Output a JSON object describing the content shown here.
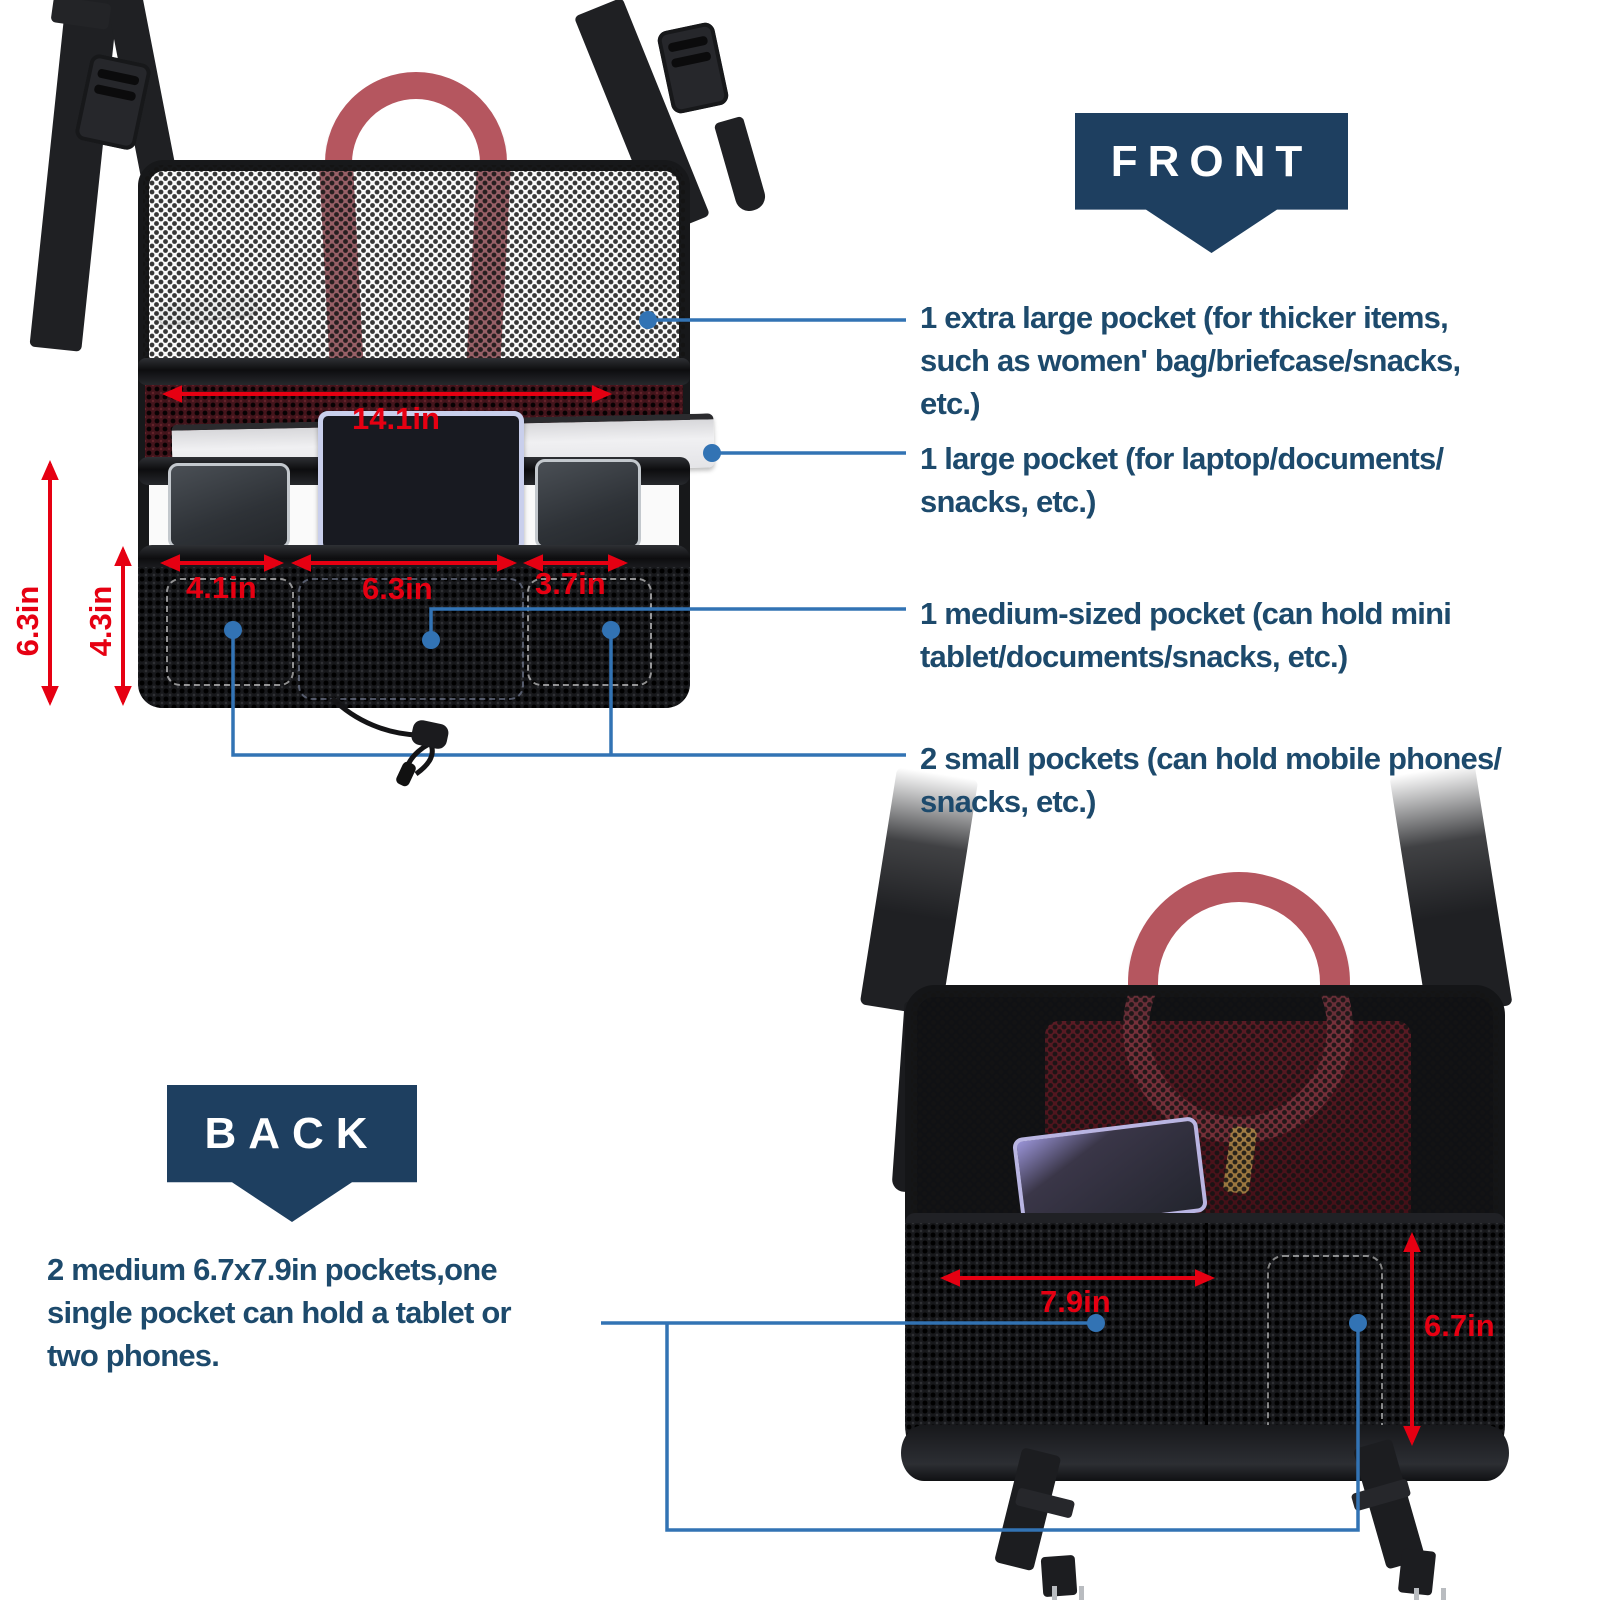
{
  "front": {
    "banner_label": "FRONT",
    "annotations": [
      {
        "lines": [
          "1 extra large pocket (for thicker items,",
          "such as women' bag/briefcase/snacks,",
          "etc.)"
        ]
      },
      {
        "lines": [
          "1 large pocket (for laptop/documents/",
          "snacks, etc.)"
        ]
      },
      {
        "lines": [
          "1 medium-sized pocket (can hold mini",
          "tablet/documents/snacks, etc.)"
        ]
      },
      {
        "lines": [
          "2 small pockets (can hold mobile phones/",
          "snacks, etc.)"
        ]
      }
    ],
    "dimensions": {
      "top_width": "14.1in",
      "left_height": "6.3in",
      "inner_height": "4.3in",
      "pocket_left": "4.1in",
      "pocket_middle": "6.3in",
      "pocket_right": "3.7in"
    }
  },
  "back": {
    "banner_label": "BACK",
    "annotation_lines": [
      "2 medium 6.7x7.9in pockets,one",
      "single pocket can hold a tablet or",
      "two phones."
    ],
    "dimensions": {
      "pocket_width": "7.9in",
      "pocket_height": "6.7in"
    }
  },
  "colors": {
    "accent_red": "#e60012",
    "accent_blue": "#3273b4",
    "banner_navy": "#1e3f60",
    "text_navy": "#1d4a6c",
    "handle_rose": "#b5565f"
  }
}
